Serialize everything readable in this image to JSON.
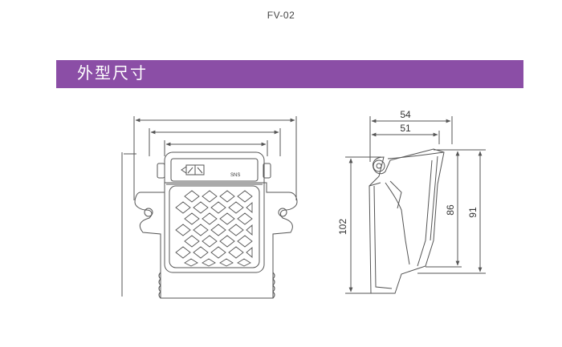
{
  "model": "FV-02",
  "section": {
    "title": "外型尺寸",
    "color": "#8b4ea6"
  },
  "front_view": {
    "label_plate": "SNS"
  },
  "side_view": {
    "dimensions": {
      "overall_depth": "54",
      "pedal_depth": "51",
      "total_height": "102",
      "pedal_height_inner": "86",
      "pedal_height_outer": "91"
    }
  },
  "line_color": "#555555"
}
